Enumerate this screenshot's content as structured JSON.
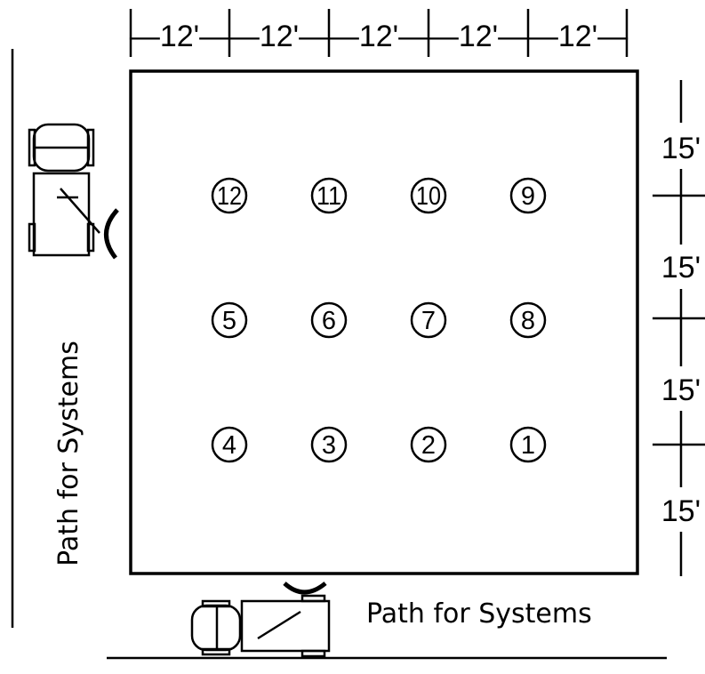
{
  "diagram": {
    "top_dimensions": [
      "—12'—",
      "—12'—",
      "—12'—",
      "—12'—",
      "—12'—"
    ],
    "right_dimensions": [
      "15'",
      "15'",
      "15'",
      "15'"
    ],
    "stations": [
      {
        "label": "12",
        "row": 0,
        "col": 0
      },
      {
        "label": "11",
        "row": 0,
        "col": 1
      },
      {
        "label": "10",
        "row": 0,
        "col": 2
      },
      {
        "label": "9",
        "row": 0,
        "col": 3
      },
      {
        "label": "5",
        "row": 1,
        "col": 0
      },
      {
        "label": "6",
        "row": 1,
        "col": 1
      },
      {
        "label": "7",
        "row": 1,
        "col": 2
      },
      {
        "label": "8",
        "row": 1,
        "col": 3
      },
      {
        "label": "4",
        "row": 2,
        "col": 0
      },
      {
        "label": "3",
        "row": 2,
        "col": 1
      },
      {
        "label": "2",
        "row": 2,
        "col": 2
      },
      {
        "label": "1",
        "row": 2,
        "col": 3
      }
    ],
    "left_path_label": "Path for Systems",
    "bottom_path_label": "Path for Systems",
    "vehicle_icon": "tractor-icon"
  }
}
